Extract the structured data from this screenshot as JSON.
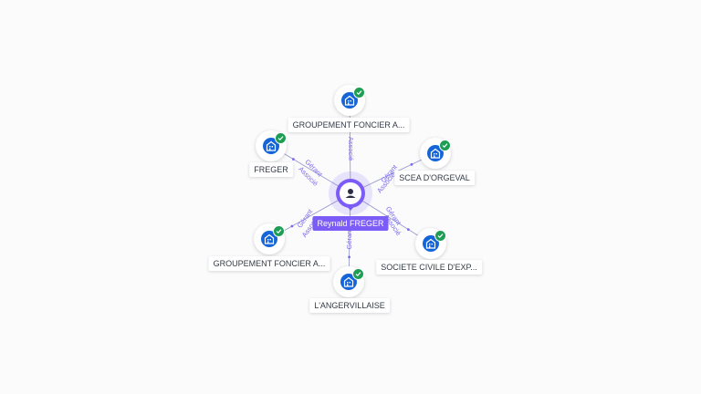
{
  "center": {
    "name": "Reynald FREGER",
    "icon": "person-icon"
  },
  "nodes": [
    {
      "id": "gfa1",
      "label": "GROUPEMENT FONCIER A...",
      "icon": "building-icon",
      "verified": true
    },
    {
      "id": "freger",
      "label": "FREGER",
      "icon": "building-icon",
      "verified": true
    },
    {
      "id": "scea",
      "label": "SCEA D'ORGEVAL",
      "icon": "building-icon",
      "verified": true
    },
    {
      "id": "gfa2",
      "label": "GROUPEMENT FONCIER A...",
      "icon": "building-icon",
      "verified": true
    },
    {
      "id": "scie",
      "label": "SOCIETE CIVILE D'EXP...",
      "icon": "building-icon",
      "verified": true
    },
    {
      "id": "langer",
      "label": "L'ANGERVILLAISE",
      "icon": "building-icon",
      "verified": true
    }
  ],
  "edges": [
    {
      "to": "gfa1",
      "labels": [
        "Associé"
      ]
    },
    {
      "to": "freger",
      "labels": [
        "Gérant",
        "Associé"
      ]
    },
    {
      "to": "scea",
      "labels": [
        "Gérant",
        "Associé"
      ]
    },
    {
      "to": "gfa2",
      "labels": [
        "Gérant",
        "Associé"
      ]
    },
    {
      "to": "scie",
      "labels": [
        "Gérant",
        "Associé"
      ]
    },
    {
      "to": "langer",
      "labels": [
        "Gérant"
      ]
    }
  ],
  "colors": {
    "accent": "#7c5cf6",
    "node": "#1565d8",
    "verified": "#1f9d55",
    "edge": "#8f95c9"
  }
}
